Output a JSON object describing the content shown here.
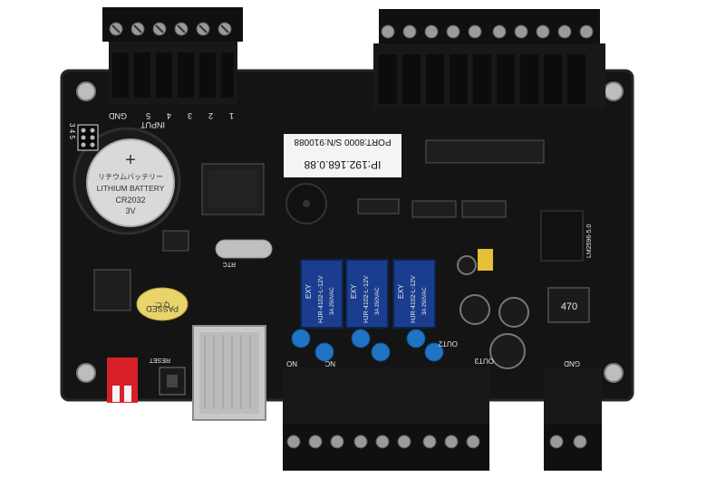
{
  "colors": {
    "background": "#ffffff",
    "pcb": "#141414",
    "pcb_edge": "#262626",
    "silkscreen": "#e8e8e8",
    "terminal_block": "#101010",
    "relay_blue": "#1a3d8f",
    "capacitor_blue": "#1f74c4",
    "dip_switch_red": "#d8202a",
    "ethernet_silver": "#c9c9c9",
    "label_white": "#f4f4f4",
    "qc_sticker": "#e9d46c",
    "ic_black": "#1e1e1e"
  },
  "top_left_terminals": {
    "silk_labels": [
      "GND",
      "INPUT",
      "1",
      "2",
      "3",
      "4",
      "5"
    ]
  },
  "battery": {
    "plus_sign": "+",
    "lines": [
      "リチウムバッテリー",
      "LITHIUM BATTERY",
      "CR2032",
      "3V"
    ]
  },
  "qc_sticker": {
    "lines": [
      "Q.C.",
      "PASSED"
    ]
  },
  "label_sticker": {
    "line1": "IP:192.168.0.88",
    "line2": "PORT:8000 S/N:910088"
  },
  "left_header": {
    "label": "3 4 5"
  },
  "relays": [
    {
      "brand": "EXY",
      "model": "HJR-4102-L-12V",
      "rating": "3A 250VAC"
    },
    {
      "brand": "EXY",
      "model": "HJR-4102-L-12V",
      "rating": "3A 250VAC"
    },
    {
      "brand": "EXY",
      "model": "HJR-4102-L-12V",
      "rating": "3A 250VAC"
    }
  ],
  "inductor": {
    "label": "470"
  },
  "regulator": {
    "label": "LM2596-5.0"
  },
  "bottom_silk": {
    "left": "NO",
    "mid": "OUT2",
    "right": "OUT3",
    "nc": "NC",
    "gnd": "GND"
  },
  "small_silk": {
    "reset": "RESET",
    "crystal": "RTC"
  }
}
